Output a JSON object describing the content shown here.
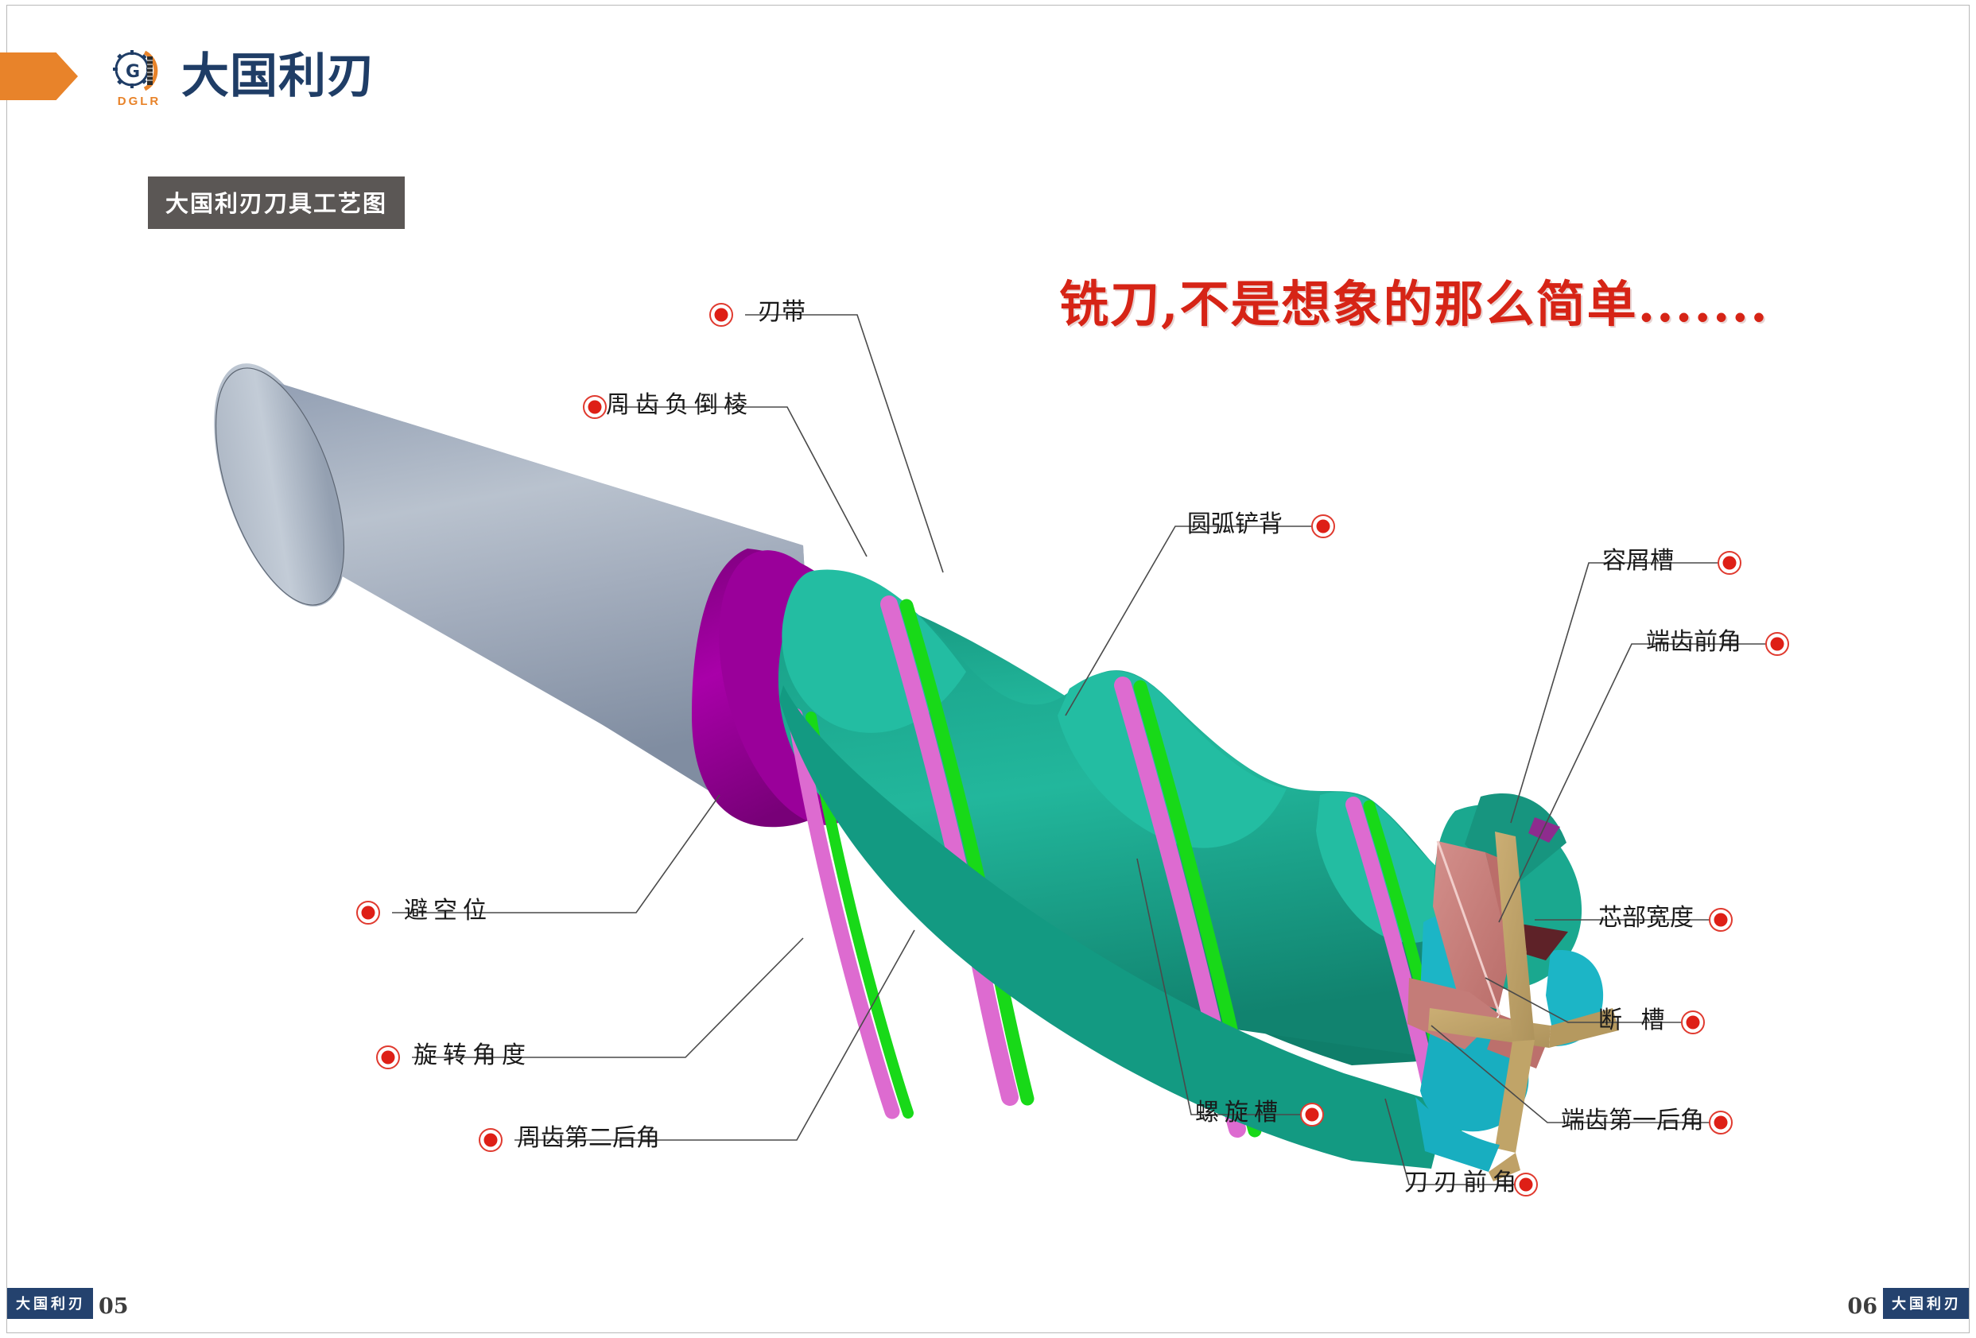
{
  "brand": {
    "name_cn": "大国利刃",
    "name_abbr": "DGLR",
    "accent_orange": "#E8832A",
    "accent_navy": "#1F3D66"
  },
  "header": {
    "section_title": "大国利刃刀具工艺图",
    "section_title_bg": "#5B5755"
  },
  "headline": {
    "text": "铣刀,不是想象的那么简单.......",
    "color": "#D62416"
  },
  "diagram": {
    "name": "end-mill-cutter-3d-render",
    "colors": {
      "shank": "#93A0B3",
      "neck": "#990099",
      "flute": "#1FAF94",
      "margin_green": "#18D918",
      "band_pink": "#DD6BD0",
      "rake_salmon": "#C97D79",
      "end_tooth_tan": "#BFA167",
      "relief_cyan": "#18B4C4",
      "dark_red": "#5E2228"
    },
    "callouts": [
      {
        "id": "margin-land",
        "label": "刃带",
        "dot": [
          907,
          396
        ],
        "text": [
          953,
          378
        ],
        "spaced": false
      },
      {
        "id": "peripheral-chamfer",
        "label": "周齿负倒棱",
        "dot": [
          748,
          512
        ],
        "text": [
          762,
          495
        ],
        "spaced": true
      },
      {
        "id": "arc-back",
        "label": "圆弧铲背",
        "dot": [
          1664,
          662
        ],
        "text": [
          1493,
          645
        ],
        "spaced": false
      },
      {
        "id": "chip-gullet",
        "label": "容屑槽",
        "dot": [
          2175,
          708
        ],
        "text": [
          2015,
          691
        ],
        "spaced": false
      },
      {
        "id": "end-tooth-rake",
        "label": "端齿前角",
        "dot": [
          2235,
          810
        ],
        "text": [
          2070,
          793
        ],
        "spaced": false
      },
      {
        "id": "relief-position",
        "label": "避空位",
        "dot": [
          463,
          1148
        ],
        "text": [
          508,
          1131
        ],
        "spaced": true
      },
      {
        "id": "core-width",
        "label": "芯部宽度",
        "dot": [
          2164,
          1157
        ],
        "text": [
          2010,
          1140
        ],
        "spaced": false
      },
      {
        "id": "break-groove",
        "label": "断 槽",
        "dot": [
          2129,
          1286
        ],
        "text": [
          2010,
          1269
        ],
        "spaced": true
      },
      {
        "id": "rotation-angle",
        "label": "旋转角度",
        "dot": [
          488,
          1330
        ],
        "text": [
          520,
          1313
        ],
        "spaced": true
      },
      {
        "id": "helix-flute",
        "label": "螺旋槽",
        "dot": [
          1650,
          1402
        ],
        "text": [
          1503,
          1385
        ],
        "spaced": true
      },
      {
        "id": "end-tooth-relief-1",
        "label": "端齿第一后角",
        "dot": [
          2164,
          1412
        ],
        "text": [
          1963,
          1395
        ],
        "spaced": false
      },
      {
        "id": "second-relief",
        "label": "周齿第二后角",
        "dot": [
          617,
          1434
        ],
        "text": [
          650,
          1417
        ],
        "spaced": false
      },
      {
        "id": "edge-rake-angle",
        "label": "刀刃前角",
        "dot": [
          1919,
          1490
        ],
        "text": [
          1766,
          1473
        ],
        "spaced": true
      }
    ]
  },
  "footer": {
    "left_chip": "大国利刃",
    "left_page": "05",
    "right_page": "06",
    "right_chip": "大国利刃"
  }
}
